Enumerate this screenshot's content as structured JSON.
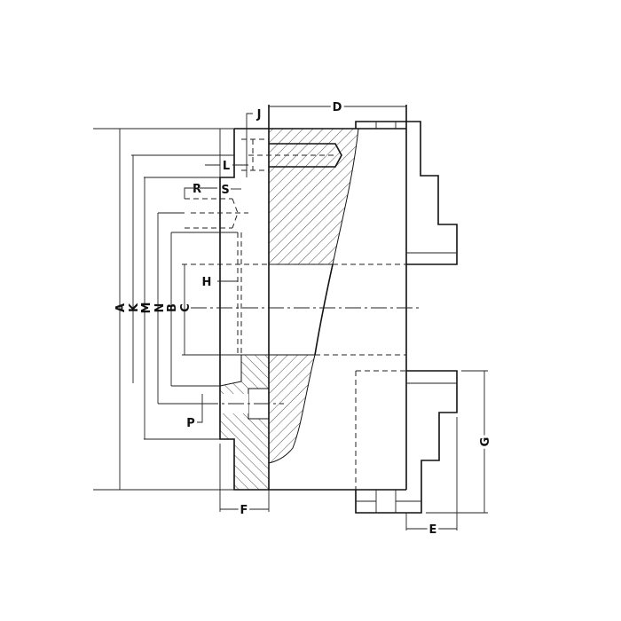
{
  "drawing": {
    "title": "Chuck cross-section dimension drawing",
    "labels": {
      "A": "A",
      "K": "K",
      "M": "M",
      "N": "N",
      "B": "B",
      "C": "C",
      "D": "D",
      "E": "E",
      "F": "F",
      "G": "G",
      "H": "H",
      "J": "J",
      "L": "L",
      "P": "P",
      "R": "R",
      "S": "S"
    },
    "colors": {
      "line": "#111111",
      "background": "#ffffff"
    }
  }
}
